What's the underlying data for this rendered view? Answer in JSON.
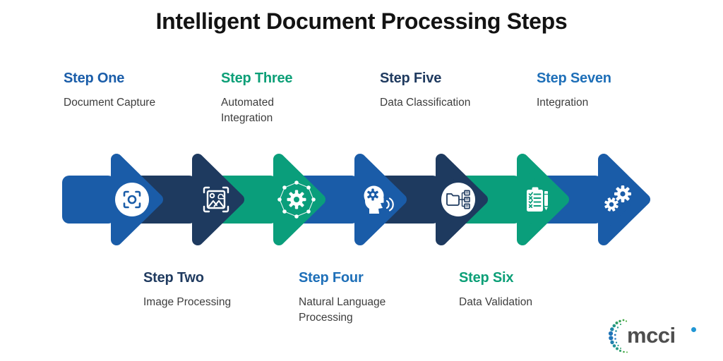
{
  "title": "Intelligent Document Processing Steps",
  "colors": {
    "blue": "#1A5CA8",
    "navy": "#1E3A5F",
    "green": "#0A9E7B",
    "title_text": "#131313",
    "description_text": "#3D3D3D",
    "logo_text": "#4E4E4E",
    "logo_i_dot": "#2196D4"
  },
  "steps": [
    {
      "number": 1,
      "label": "Step One",
      "description": "Document Capture",
      "heading_color": "#1A5DA9",
      "arrow_color": "#1A5CA8",
      "icon": "document-capture-icon",
      "label_position": "top"
    },
    {
      "number": 2,
      "label": "Step Two",
      "description": "Image Processing",
      "heading_color": "#1F3A5F",
      "arrow_color": "#1E3A5F",
      "icon": "image-processing-icon",
      "label_position": "bottom"
    },
    {
      "number": 3,
      "label": "Step Three",
      "description": "Automated Integration",
      "heading_color": "#0C9F77",
      "arrow_color": "#0A9E7B",
      "icon": "automated-integration-icon",
      "label_position": "top"
    },
    {
      "number": 4,
      "label": "Step Four",
      "description": "Natural Language Processing",
      "heading_color": "#1E6FB8",
      "arrow_color": "#1A5CA8",
      "icon": "natural-language-processing-icon",
      "label_position": "bottom"
    },
    {
      "number": 5,
      "label": "Step Five",
      "description": "Data Classification",
      "heading_color": "#1F3A5F",
      "arrow_color": "#1E3A5F",
      "icon": "data-classification-icon",
      "label_position": "top"
    },
    {
      "number": 6,
      "label": "Step Six",
      "description": "Data Validation",
      "heading_color": "#0C9F77",
      "arrow_color": "#0A9E7B",
      "icon": "data-validation-icon",
      "label_position": "bottom"
    },
    {
      "number": 7,
      "label": "Step Seven",
      "description": "Integration",
      "heading_color": "#1E6FB8",
      "arrow_color": "#1A5CA8",
      "icon": "integration-icon",
      "label_position": "top"
    }
  ],
  "logo": {
    "text": "mcci"
  }
}
